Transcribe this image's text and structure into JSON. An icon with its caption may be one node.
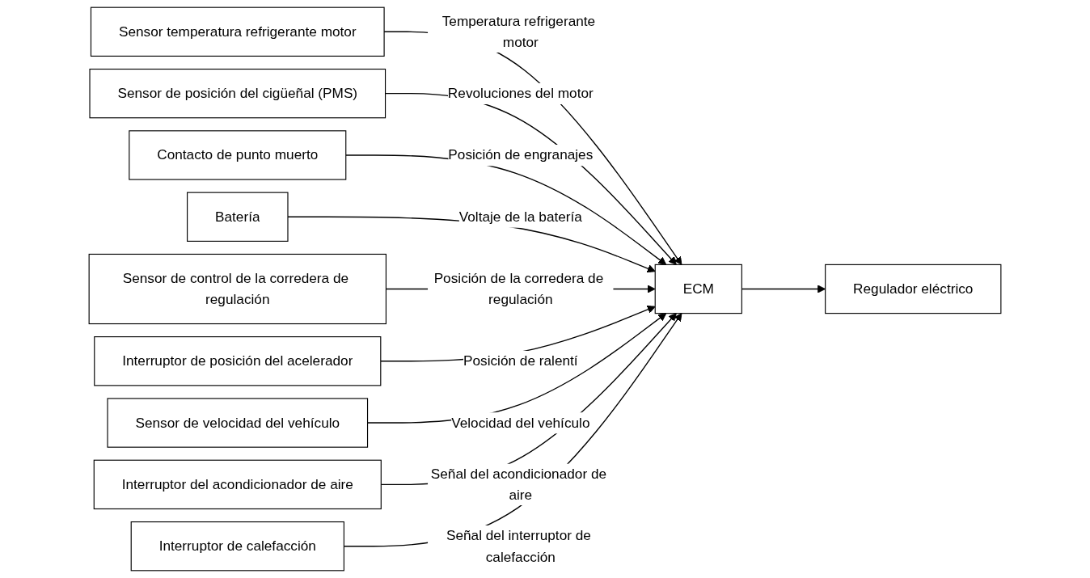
{
  "diagram": {
    "nodes": [
      {
        "text": [
          "Sensor temperatura refrigerante motor"
        ]
      },
      {
        "text": [
          "Sensor de posición del cigüeñal (PMS)"
        ]
      },
      {
        "text": [
          "Contacto de punto muerto"
        ]
      },
      {
        "text": [
          "Batería"
        ]
      },
      {
        "text": [
          "Sensor de control de la corredera de regulación"
        ]
      },
      {
        "text": [
          "Interruptor de posición del acelerador"
        ]
      },
      {
        "text": [
          "Sensor de velocidad del vehículo"
        ]
      },
      {
        "text": [
          "Interruptor del acondicionador de aire"
        ]
      },
      {
        "text": [
          "Interruptor de calefacción"
        ]
      },
      {
        "text": [
          "ECM"
        ]
      },
      {
        "text": [
          "Regulador eléctrico"
        ]
      }
    ],
    "edges": [
      {
        "from": 0,
        "to": 9,
        "arrow": "to",
        "label": "Temperatura refrigerante motor"
      },
      {
        "from": 1,
        "to": 9,
        "arrow": "to",
        "label": "Revoluciones del motor"
      },
      {
        "from": 2,
        "to": 9,
        "arrow": "to",
        "label": "Posición de engranajes"
      },
      {
        "from": 3,
        "to": 9,
        "arrow": "to",
        "label": "Voltaje de la batería"
      },
      {
        "from": 4,
        "to": 9,
        "arrow": "to",
        "label": "Posición de la corredera de regulación"
      },
      {
        "from": 5,
        "to": 9,
        "arrow": "to",
        "label": "Posición de ralentí"
      },
      {
        "from": 6,
        "to": 9,
        "arrow": "to",
        "label": "Velocidad del vehículo"
      },
      {
        "from": 7,
        "to": 9,
        "arrow": "to",
        "label": "Señal del acondicionador de aire"
      },
      {
        "from": 8,
        "to": 9,
        "arrow": "to",
        "label": "Señal del interruptor de calefacción"
      },
      {
        "from": 9,
        "to": 10,
        "arrow": "to"
      }
    ]
  }
}
